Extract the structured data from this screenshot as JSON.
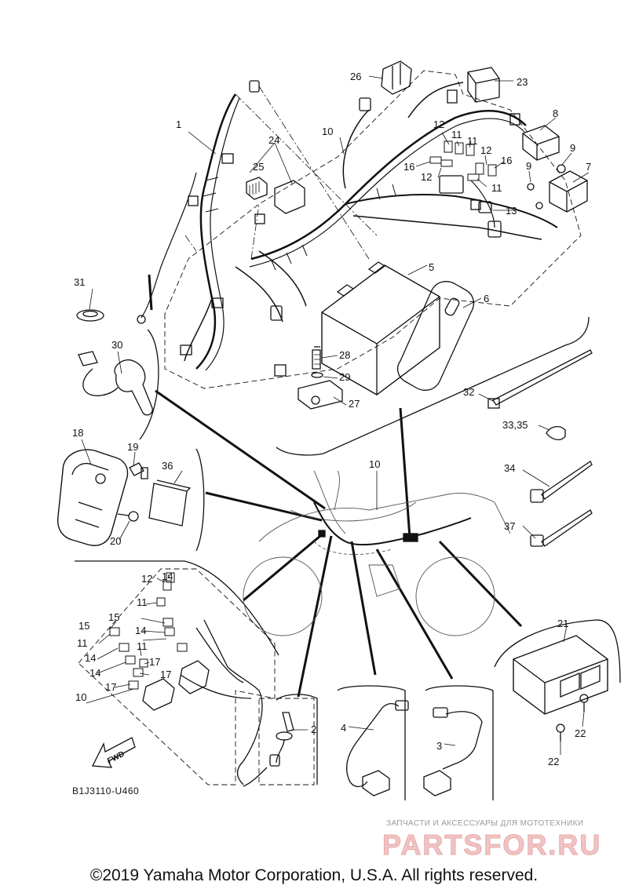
{
  "labels": [
    "1",
    "2",
    "3",
    "4",
    "5",
    "6",
    "7",
    "8",
    "9",
    "10",
    "11",
    "12",
    "13",
    "14",
    "15",
    "16",
    "17",
    "18",
    "19",
    "20",
    "21",
    "22",
    "23",
    "24",
    "25",
    "26",
    "27",
    "28",
    "29",
    "30",
    "31",
    "32",
    "33,35",
    "34",
    "36",
    "37"
  ],
  "fwd": "FWD",
  "drawing_code": "B1J3110-U460",
  "watermark": {
    "tagline": "ЗАПЧАСТИ И АКСЕССУАРЫ ДЛЯ МОТОТЕХНИКИ",
    "logo": "PARTSFOR.RU"
  },
  "copyright": "©2019 Yamaha Motor Corporation, U.S.A. All rights reserved."
}
